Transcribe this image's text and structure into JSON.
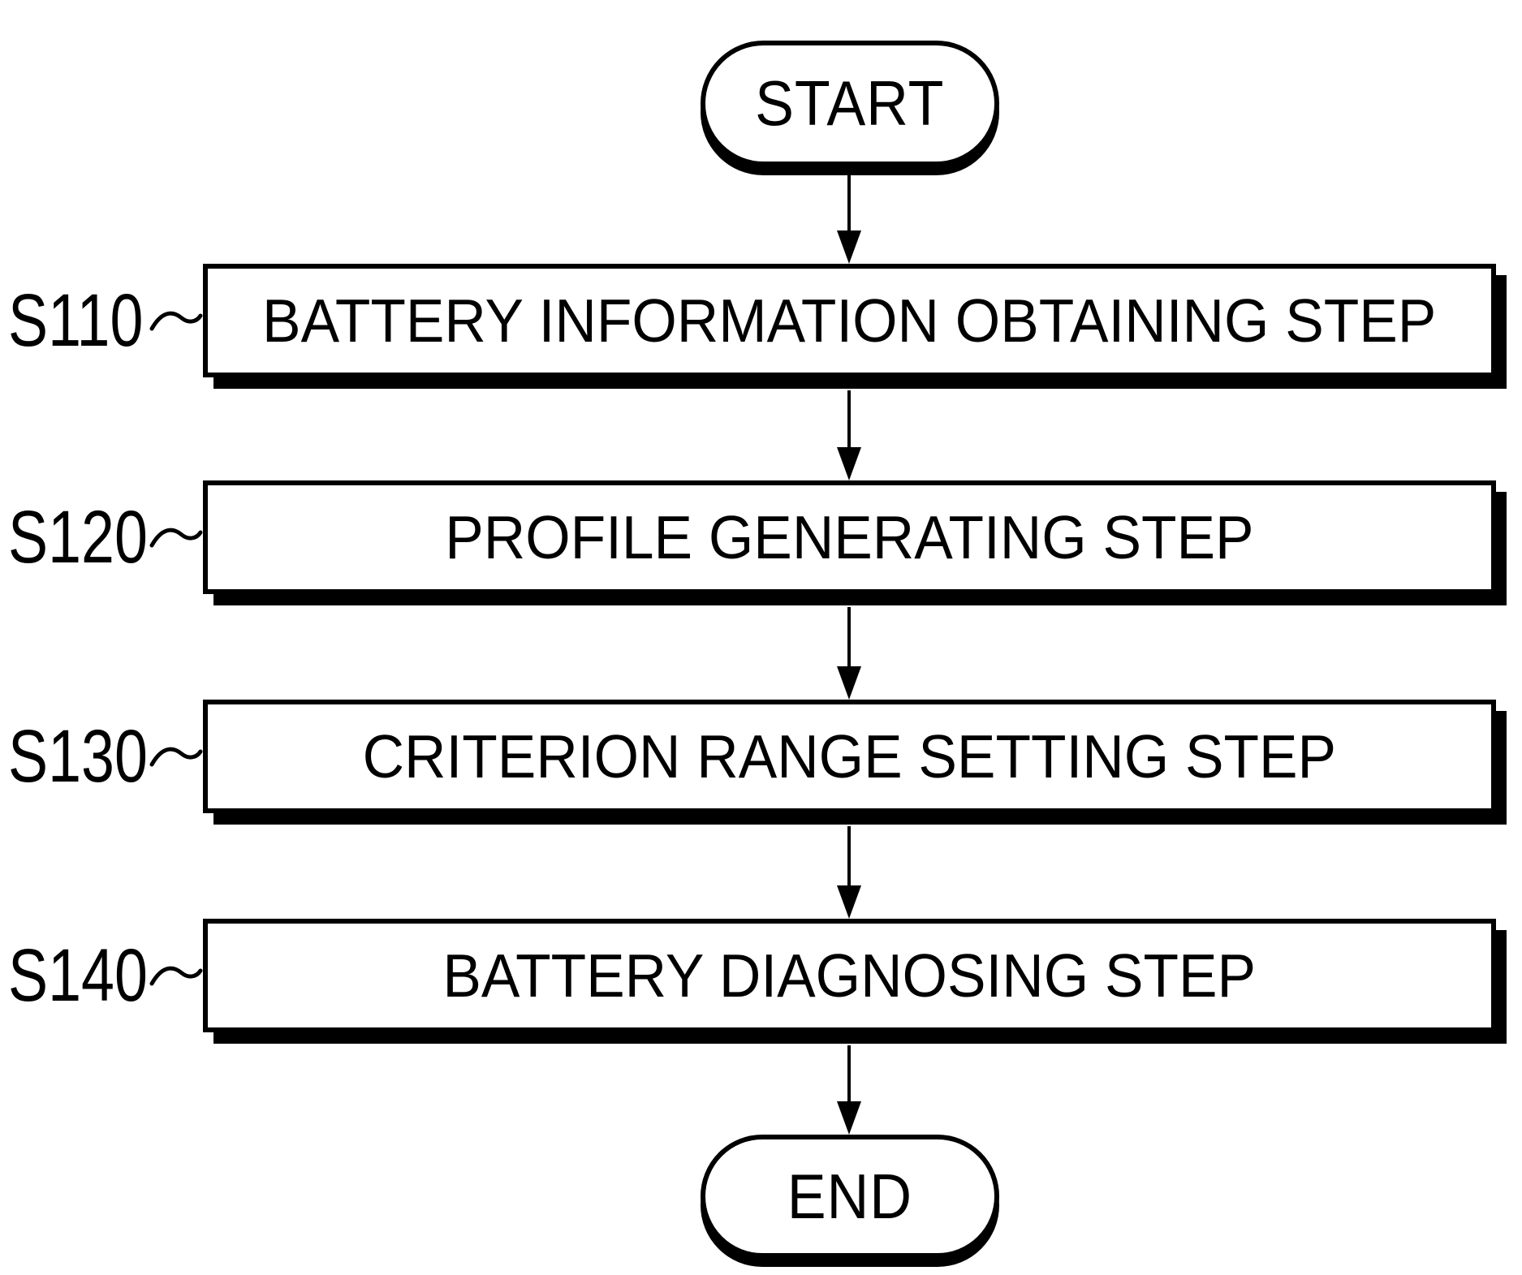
{
  "diagram": {
    "type": "flowchart",
    "orientation": "top-down",
    "colors": {
      "ink": "#000000",
      "paper": "#ffffff"
    },
    "nodes": {
      "start": "START",
      "end": "END"
    },
    "steps": [
      {
        "id": "S110",
        "label": "BATTERY INFORMATION OBTAINING STEP"
      },
      {
        "id": "S120",
        "label": "PROFILE GENERATING STEP"
      },
      {
        "id": "S130",
        "label": "CRITERION RANGE SETTING STEP"
      },
      {
        "id": "S140",
        "label": "BATTERY DIAGNOSING STEP"
      }
    ],
    "edges": [
      "start->S110",
      "S110->S120",
      "S120->S130",
      "S130->S140",
      "S140->end"
    ]
  }
}
